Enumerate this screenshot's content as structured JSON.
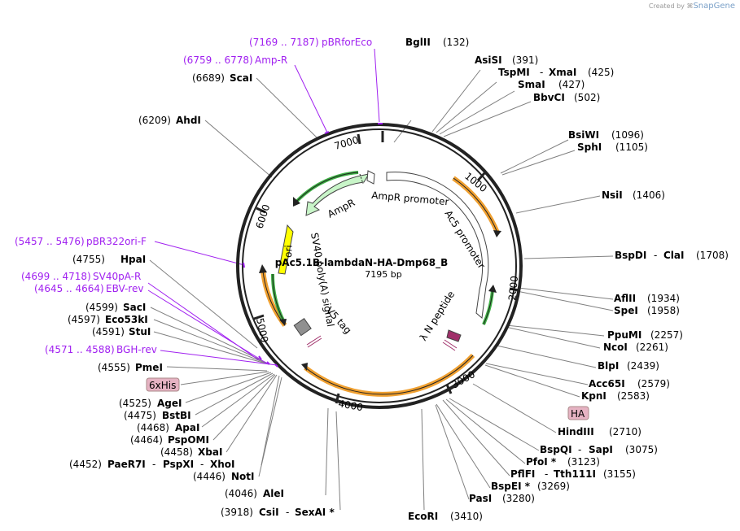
{
  "credit": {
    "prefix": "Created by",
    "brand": "SnapGene"
  },
  "map": {
    "name": "pAc5.1B-lambdaN-HA-Dmp68_B",
    "length_label": "7195 bp",
    "total_bp": 7195,
    "ticks": [
      "1000",
      "2000",
      "3000",
      "4000",
      "5000",
      "6000",
      "7000"
    ],
    "colors": {
      "primer": "#a020f0",
      "orf_arrow": "#f0a030",
      "green_arrow": "#3cb043",
      "ampr": "#c8f5c8",
      "ori": "#ffff00",
      "v5": "#909090",
      "npep": "#a0306a",
      "tag_box": "#e6b3c3"
    }
  },
  "features": {
    "ampr": "AmpR",
    "ampr_promoter": "AmpR promoter",
    "ac5_promoter": "Ac5 promoter",
    "ori": "ori",
    "sv40": "SV40 poly(A) signal",
    "v5": "V5 tag",
    "npep": "λ N peptide",
    "his_tag": "6xHis",
    "ha_tag": "HA"
  },
  "primers": [
    {
      "range": "(7169 .. 7187)",
      "name": "pBRforEco"
    },
    {
      "range": "(6759 .. 6778)",
      "name": "Amp-R"
    },
    {
      "range": "(5457 .. 5476)",
      "name": "pBR322ori-F"
    },
    {
      "range": "(4699 .. 4718)",
      "name": "SV40pA-R"
    },
    {
      "range": "(4645 .. 4664)",
      "name": "EBV-rev"
    },
    {
      "range": "(4571 .. 4588)",
      "name": "BGH-rev"
    }
  ],
  "sites": {
    "BglII": {
      "name": "BglII",
      "pos": "(132)"
    },
    "AsiSI": {
      "name": "AsiSI",
      "pos": "(391)"
    },
    "TspMI": {
      "name": "TspMI",
      "sep": "-",
      "name2": "XmaI",
      "pos": "(425)"
    },
    "SmaI": {
      "name": "SmaI",
      "pos": "(427)"
    },
    "BbvCI": {
      "name": "BbvCI",
      "pos": "(502)"
    },
    "BsiWI": {
      "name": "BsiWI",
      "pos": "(1096)"
    },
    "SphI": {
      "name": "SphI",
      "pos": "(1105)"
    },
    "NsiI": {
      "name": "NsiI",
      "pos": "(1406)"
    },
    "BspDI": {
      "name": "BspDI",
      "sep": "-",
      "name2": "ClaI",
      "pos": "(1708)"
    },
    "AflII": {
      "name": "AflII",
      "pos": "(1934)"
    },
    "SpeI": {
      "name": "SpeI",
      "pos": "(1958)"
    },
    "PpuMI": {
      "name": "PpuMI",
      "pos": "(2257)"
    },
    "NcoI": {
      "name": "NcoI",
      "pos": "(2261)"
    },
    "BlpI": {
      "name": "BlpI",
      "pos": "(2439)"
    },
    "Acc65I": {
      "name": "Acc65I",
      "pos": "(2579)"
    },
    "KpnI": {
      "name": "KpnI",
      "pos": "(2583)"
    },
    "HindIII": {
      "name": "HindIII",
      "pos": "(2710)"
    },
    "BspQI": {
      "name": "BspQI",
      "sep": "-",
      "name2": "SapI",
      "pos": "(3075)"
    },
    "PfoI": {
      "name": "PfoI *",
      "pos": "(3123)"
    },
    "PflFI": {
      "name": "PflFI",
      "sep": "-",
      "name2": "Tth111I",
      "pos": "(3155)"
    },
    "BspEI": {
      "name": "BspEI *",
      "pos": "(3269)"
    },
    "PasI": {
      "name": "PasI",
      "pos": "(3280)"
    },
    "EcoRI": {
      "name": "EcoRI",
      "pos": "(3410)"
    },
    "CsiI": {
      "name": "CsiI",
      "sep": "-",
      "name2": "SexAI *",
      "pos": "(3918)"
    },
    "AleI": {
      "name": "AleI",
      "pos": "(4046)"
    },
    "NotI": {
      "name": "NotI",
      "pos": "(4446)"
    },
    "PaeR7I": {
      "name": "PaeR7I",
      "sep": "-",
      "name2": "PspXI",
      "sep2": "-",
      "name3": "XhoI",
      "pos": "(4452)"
    },
    "XbaI": {
      "name": "XbaI",
      "pos": "(4458)"
    },
    "PspOMI": {
      "name": "PspOMI",
      "pos": "(4464)"
    },
    "ApaI": {
      "name": "ApaI",
      "pos": "(4468)"
    },
    "BstBI": {
      "name": "BstBI",
      "pos": "(4475)"
    },
    "AgeI": {
      "name": "AgeI",
      "pos": "(4525)"
    },
    "PmeI": {
      "name": "PmeI",
      "pos": "(4555)"
    },
    "StuI": {
      "name": "StuI",
      "pos": "(4591)"
    },
    "Eco53kI": {
      "name": "Eco53kI",
      "pos": "(4597)"
    },
    "SacI": {
      "name": "SacI",
      "pos": "(4599)"
    },
    "HpaI": {
      "name": "HpaI",
      "pos": "(4755)"
    },
    "AhdI": {
      "name": "AhdI",
      "pos": "(6209)"
    },
    "ScaI": {
      "name": "ScaI",
      "pos": "(6689)"
    }
  }
}
